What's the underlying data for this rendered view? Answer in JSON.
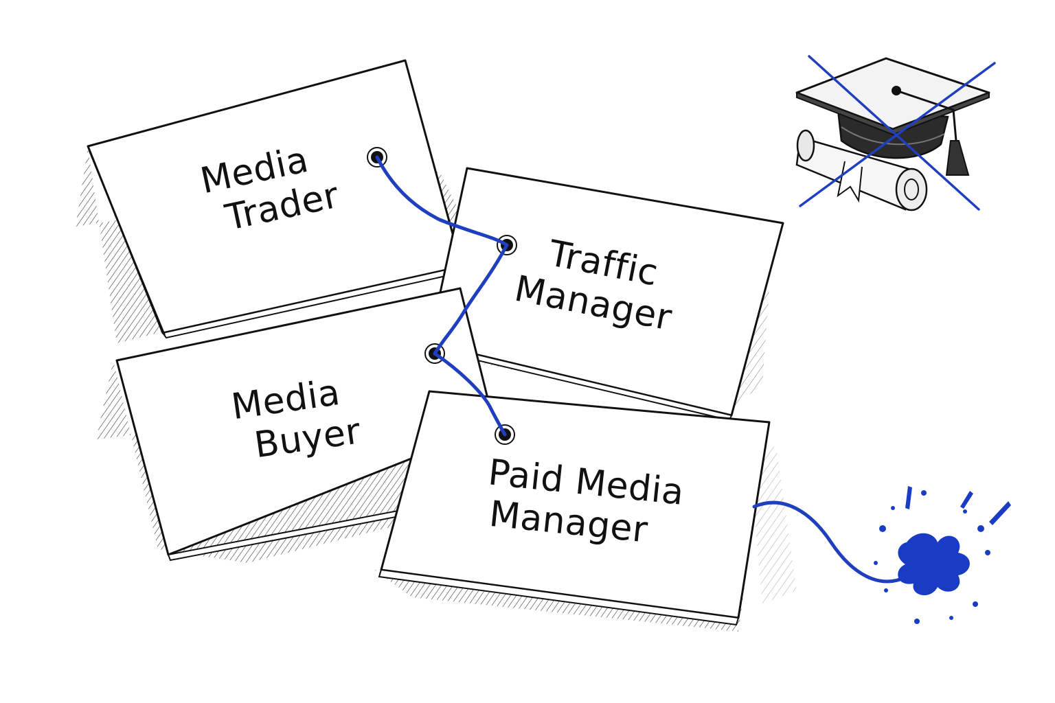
{
  "tags": [
    {
      "id": "media-trader",
      "line1": "Media",
      "line2": "Trader"
    },
    {
      "id": "traffic-manager",
      "line1": "Traffic",
      "line2": "Manager"
    },
    {
      "id": "media-buyer",
      "line1": "Media",
      "line2": "Buyer"
    },
    {
      "id": "paid-media-manager",
      "line1": "Paid Media",
      "line2": "Manager"
    }
  ],
  "icons": {
    "graduation": "graduation-cap-icon",
    "diploma": "diploma-scroll-icon",
    "cross": "crossed-out-mark-icon",
    "splat": "ink-splat-icon"
  },
  "colors": {
    "string": "#1f3fbf",
    "ink": "#111111",
    "paper": "#ffffff",
    "shadow": "#2a2a2a"
  }
}
